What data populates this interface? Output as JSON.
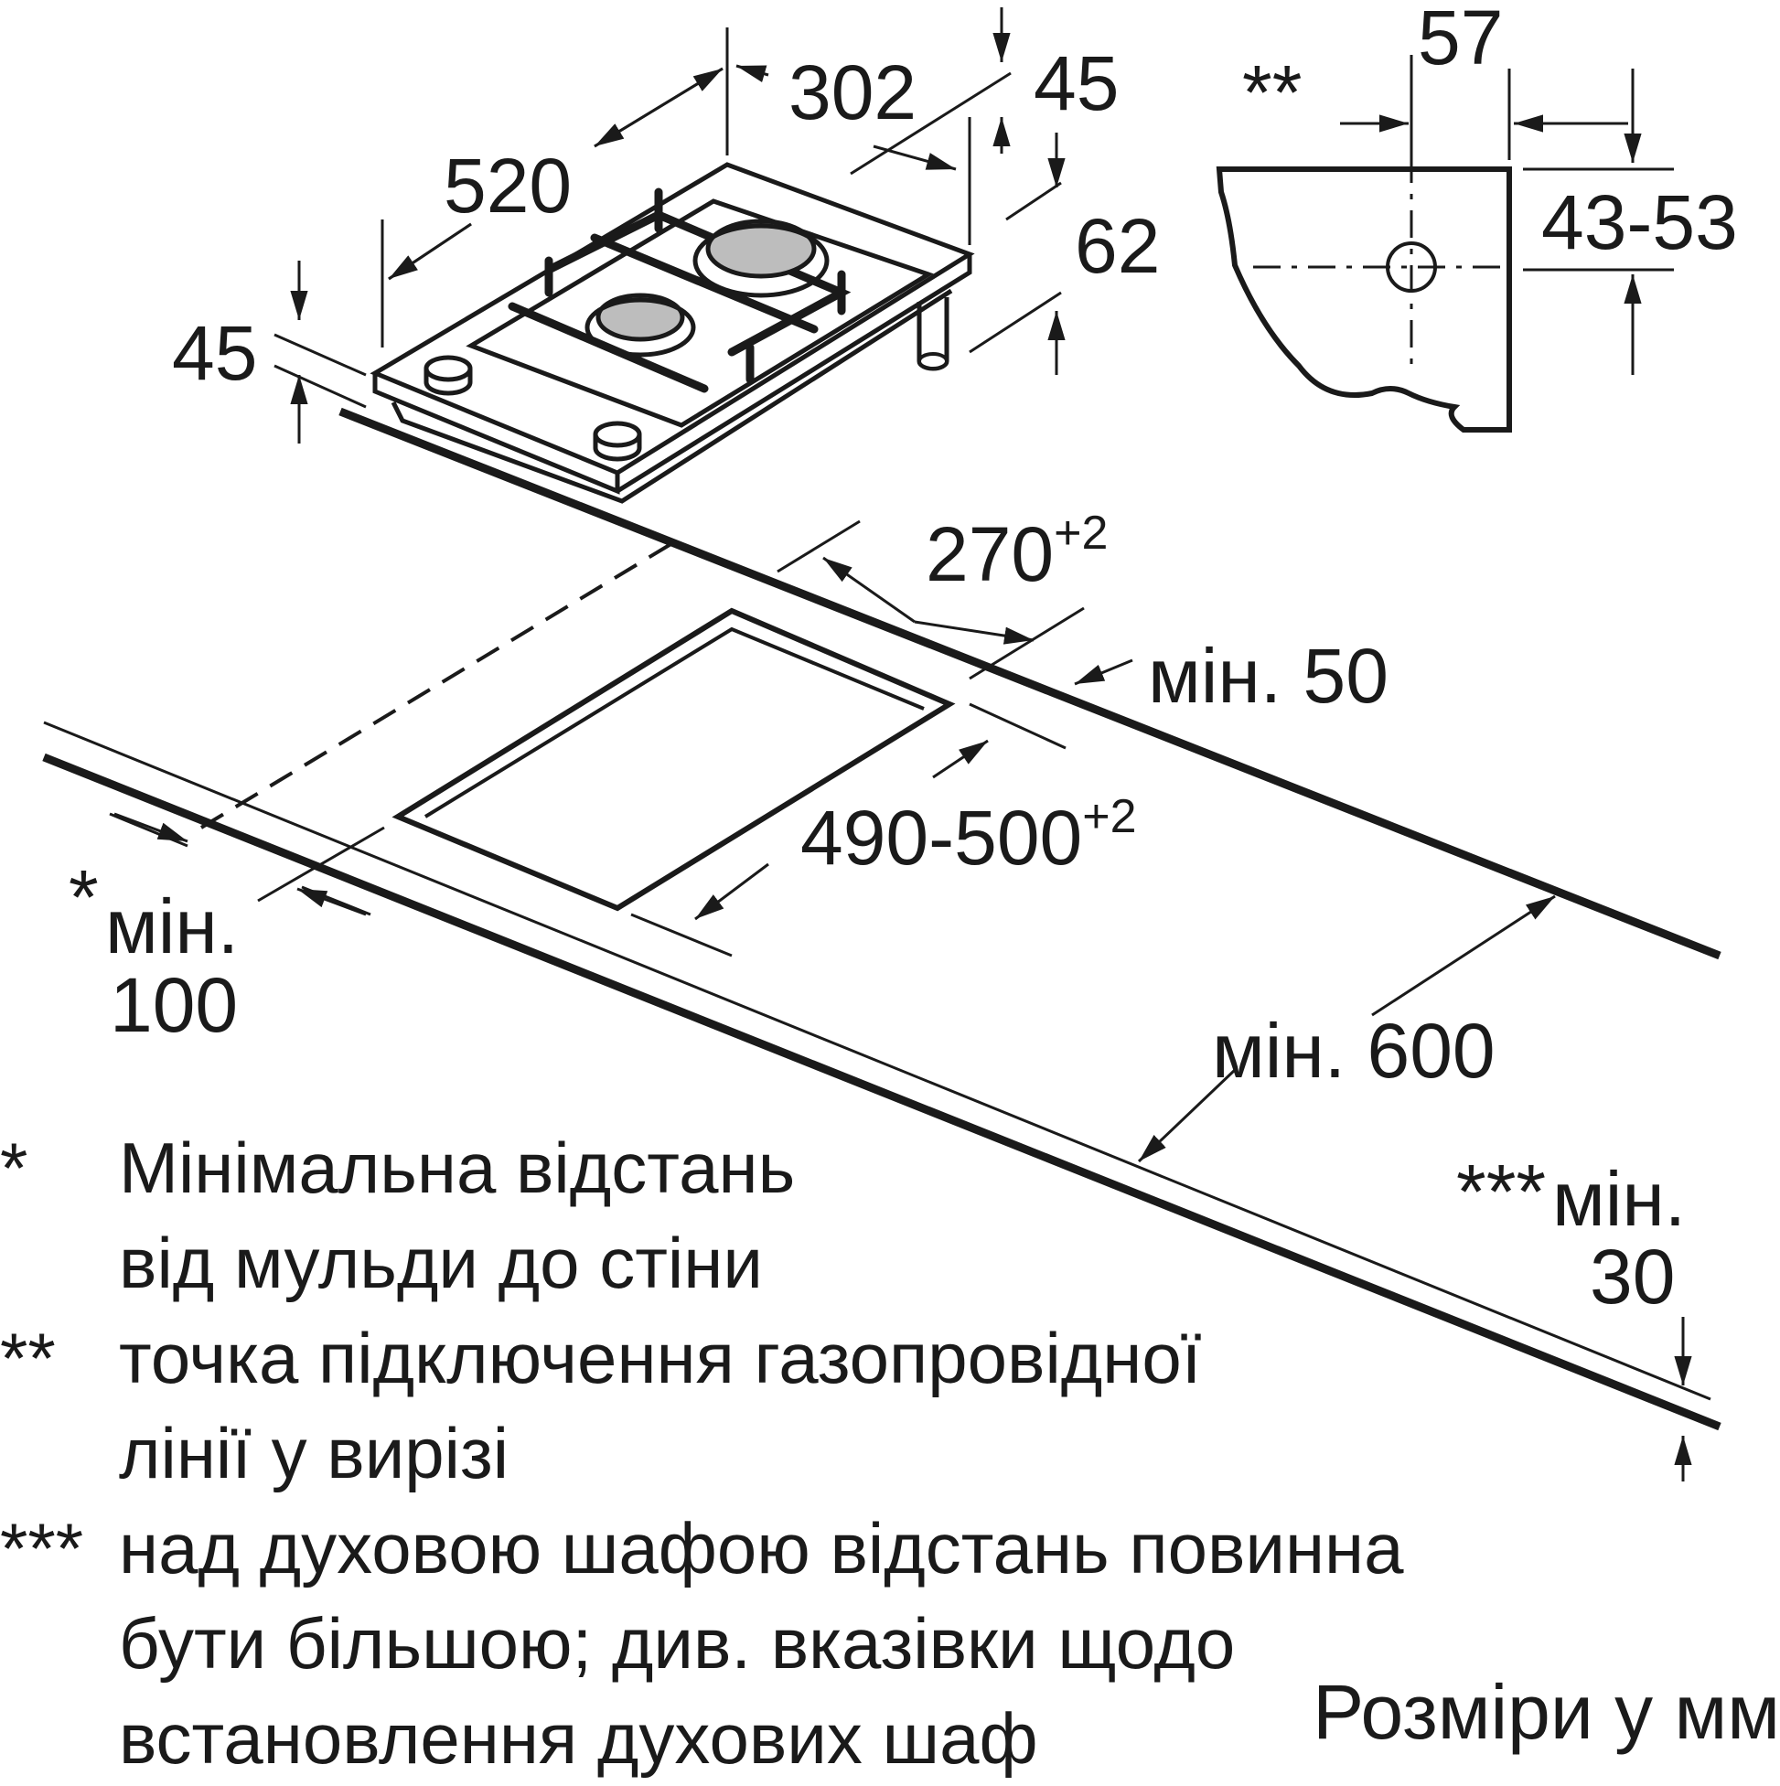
{
  "dimensions": {
    "hob_depth": "520",
    "hob_width": "302",
    "hob_height_top": "45",
    "hob_height_side": "45",
    "hob_base_height": "62",
    "cutout_width": "270",
    "cutout_width_tol": "+2",
    "cutout_depth": "490-500",
    "cutout_depth_tol": "+2",
    "min_rear": "мін. 50",
    "min_wall_mark": "*",
    "min_wall_label": "мін.",
    "min_wall_value": "100",
    "min_depth": "мін. 600",
    "min_below_mark": "***",
    "min_below_label": "мін.",
    "min_below_value": "30"
  },
  "gas_detail": {
    "mark": "**",
    "offset": "57",
    "height_range": "43-53"
  },
  "notes": [
    {
      "mark": "*",
      "lines": [
        "Мінімальна відстань",
        "від мульди до стіни"
      ]
    },
    {
      "mark": "**",
      "lines": [
        "точка підключення газопровідної",
        "лінії у вирізі"
      ]
    },
    {
      "mark": "***",
      "lines": [
        "над духовою шафою відстань повинна",
        "бути більшою; див. вказівки щодо",
        "встановлення духових шаф"
      ]
    }
  ],
  "units_label": "Розміри у мм"
}
